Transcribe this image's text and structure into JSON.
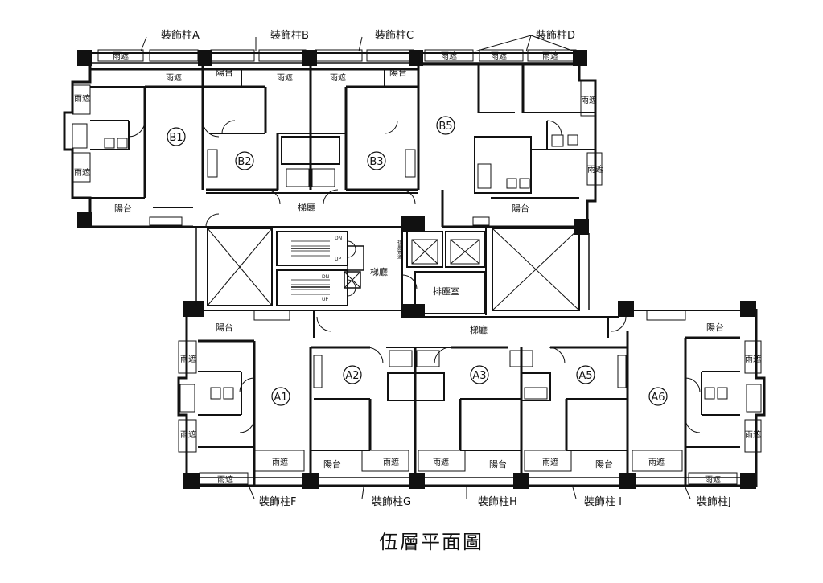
{
  "title": "伍層平面圖",
  "units": [
    "B1",
    "B2",
    "B3",
    "B5",
    "A1",
    "A2",
    "A3",
    "A5",
    "A6"
  ],
  "columns_top": [
    "裝飾柱A",
    "裝飾柱B",
    "裝飾柱C",
    "裝飾柱D"
  ],
  "columns_bottom": [
    "裝飾柱F",
    "裝飾柱G",
    "裝飾柱H",
    "裝飾柱 I",
    "裝飾柱J"
  ],
  "labels": {
    "canopy": "雨遮",
    "balcony": "陽台",
    "elevator_hall": "梯廳",
    "exhaust_room": "排塵室",
    "shaft": "排風管道",
    "up": "UP",
    "down": "DN"
  }
}
